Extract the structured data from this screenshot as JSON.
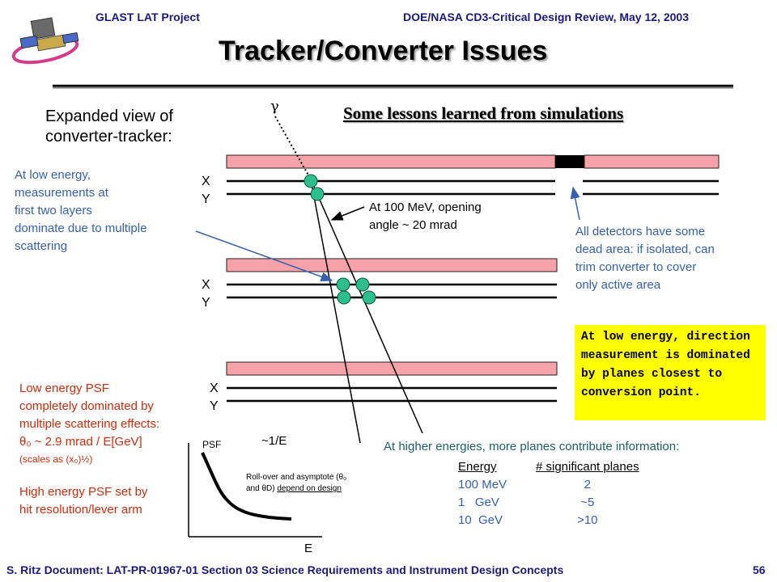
{
  "header": {
    "left": "GLAST LAT Project",
    "right": "DOE/NASA CD3-Critical Design Review, May 12, 2003"
  },
  "title": "Tracker/Converter Issues",
  "expanded_view": [
    "Expanded view of",
    "converter-tracker:"
  ],
  "lessons": "Some lessons learned from simulations",
  "gamma": "γ",
  "layer_labels": {
    "set1": [
      "X",
      "Y"
    ],
    "set2": [
      "X",
      "Y"
    ],
    "set3": [
      "X",
      "Y"
    ]
  },
  "notes": {
    "low_energy_measure": [
      "At low energy,",
      "measurements at",
      "first two layers",
      "dominate due to multiple",
      "scattering"
    ],
    "opening_angle": [
      "At 100 MeV, opening",
      "angle ~ 20 mrad"
    ],
    "dead_area": [
      "All detectors have some",
      "dead area: if isolated, can",
      "trim converter to cover",
      "only active area"
    ],
    "direction_box": "At low energy, direction measurement is dominated by planes closest to conversion point.",
    "psf_low": [
      "Low energy PSF",
      "completely dominated by",
      "multiple scattering effects:"
    ],
    "psf_formula": "θ₀ ~ 2.9 mrad / E[GeV]",
    "psf_scaling": "(scales as (x₀)½)",
    "psf_high": [
      "High energy PSF set by",
      "hit resolution/lever arm"
    ],
    "higher_energies": "At higher energies, more planes contribute information:"
  },
  "psf_plot": {
    "ylabel": "PSF",
    "xlabel": "E",
    "curve_label": "~1/E",
    "rolloff_line1": "Roll-over and asymptote (θ₀",
    "rolloff_line2_a": "and θD) ",
    "rolloff_line2_b": "depend on design"
  },
  "energy_table": {
    "headers": [
      "Energy",
      "# significant planes"
    ],
    "rows": [
      {
        "energy": "100 MeV",
        "planes": "2"
      },
      {
        "energy": "1   GeV",
        "planes": "~5"
      },
      {
        "energy": "10  GeV",
        "planes": ">10"
      }
    ]
  },
  "footer": {
    "left": "S. Ritz  Document: LAT-PR-01967-01   Section 03 Science Requirements and Instrument Design Concepts",
    "page": "56"
  },
  "colors": {
    "converter": "#f7a1a8",
    "hit": "#2ebd8c",
    "note_blue": "#3560b0",
    "note_red": "#d22a0a",
    "highlight": "#ffff00"
  }
}
